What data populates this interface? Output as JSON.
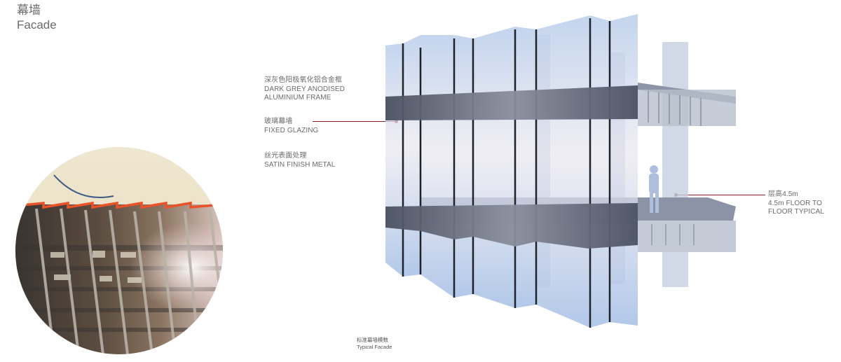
{
  "header": {
    "title_zh": "幕墙",
    "title_en": "Facade"
  },
  "photo": {
    "icon": "facade-photo-circle",
    "accent_color": "#e8532a"
  },
  "annotations": [
    {
      "zh": "深灰色阳极氧化铝合金框",
      "en_line1": "DARK GREY ANODISED",
      "en_line2": "ALUMINIUM FRAME"
    },
    {
      "zh": "玻璃幕墙",
      "en_line1": "FIXED GLAZING",
      "en_line2": ""
    },
    {
      "zh": "丝光表面处理",
      "en_line1": "SATIN FINISH METAL",
      "en_line2": ""
    },
    {
      "zh": "层高4.5m",
      "en_line1": "4.5m FLOOR TO",
      "en_line2": "FLOOR TYPICAL"
    }
  ],
  "caption": {
    "zh": "标准幕墙模数",
    "en": "Typical Facade"
  },
  "colors": {
    "leader": "#8b1f25",
    "text": "#6a6a6a"
  }
}
